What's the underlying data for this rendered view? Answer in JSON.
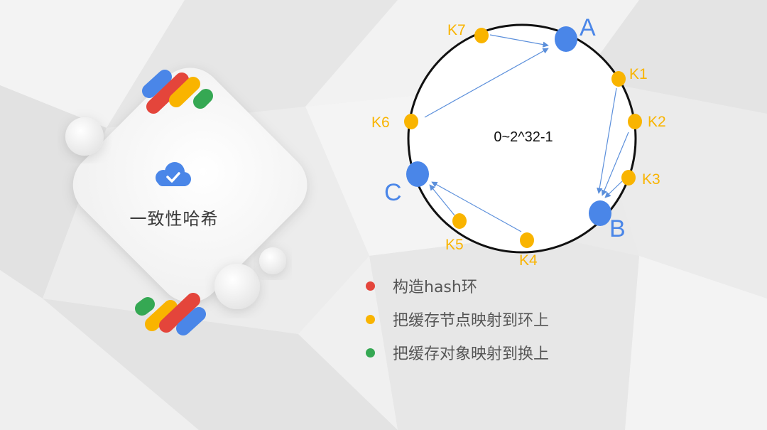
{
  "card": {
    "title": "一致性哈希",
    "icon": "cloud-check-icon"
  },
  "colors": {
    "blue": "#4A86E8",
    "red": "#E4453B",
    "yellow": "#F9B400",
    "green": "#35A853",
    "arrow": "#5B8FDB"
  },
  "ring": {
    "range_label": "0~2^32-1",
    "servers": [
      {
        "id": "A",
        "label": "A"
      },
      {
        "id": "B",
        "label": "B"
      },
      {
        "id": "C",
        "label": "C"
      }
    ],
    "keys": [
      {
        "id": "K1",
        "label": "K1",
        "maps_to": "B"
      },
      {
        "id": "K2",
        "label": "K2",
        "maps_to": "B"
      },
      {
        "id": "K3",
        "label": "K3",
        "maps_to": "B"
      },
      {
        "id": "K4",
        "label": "K4",
        "maps_to": "C"
      },
      {
        "id": "K5",
        "label": "K5",
        "maps_to": "C"
      },
      {
        "id": "K6",
        "label": "K6",
        "maps_to": "A"
      },
      {
        "id": "K7",
        "label": "K7",
        "maps_to": "A"
      }
    ]
  },
  "legend": [
    {
      "text": "构造hash环",
      "color": "red"
    },
    {
      "text": "把缓存节点映射到环上",
      "color": "yellow"
    },
    {
      "text": "把缓存对象映射到换上",
      "color": "green"
    }
  ]
}
